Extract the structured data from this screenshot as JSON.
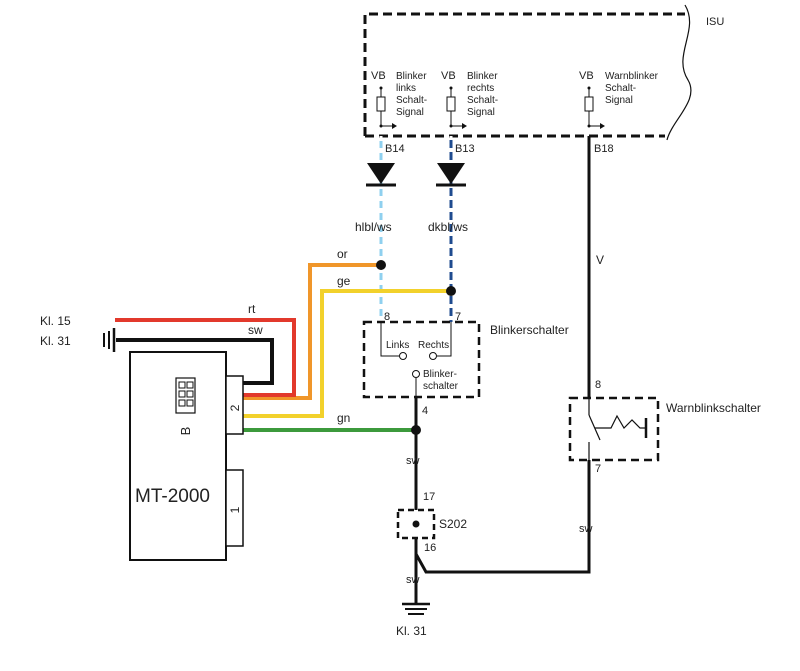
{
  "isu": {
    "title": "ISU",
    "signals": [
      {
        "vb": "VB",
        "desc": [
          "Blinker",
          "links",
          "Schalt-",
          "Signal"
        ],
        "pin": "B14"
      },
      {
        "vb": "VB",
        "desc": [
          "Blinker",
          "rechts",
          "Schalt-",
          "Signal"
        ],
        "pin": "B13"
      },
      {
        "vb": "VB",
        "desc": [
          "Warnblinker",
          "Schalt-",
          "Signal"
        ],
        "pin": "B18"
      }
    ]
  },
  "wires": {
    "left_signal": "hlbl/ws",
    "right_signal": "dkbl/ws",
    "orange": "or",
    "yellow": "ge",
    "red": "rt",
    "black_top": "sw",
    "green": "gn",
    "violet": "V",
    "ground_mid": "sw",
    "ground_bottom": "sw",
    "hazard_out": "sw"
  },
  "terminals": {
    "kl15": "Kl. 15",
    "kl31_left": "Kl. 31",
    "kl31_bottom": "Kl. 31"
  },
  "blinkerschalter": {
    "title": "Blinkerschalter",
    "pin_left": "8",
    "pin_right": "7",
    "pin_bottom": "4",
    "links": "Links",
    "rechts": "Rechts",
    "common": [
      "Blinker-",
      "schalter"
    ]
  },
  "warnblinkschalter": {
    "title": "Warnblinkschalter",
    "pin_top": "8",
    "pin_bottom": "7"
  },
  "s202": {
    "name": "S202",
    "pin_top": "17",
    "pin_bottom": "16"
  },
  "module": {
    "name": "MT-2000",
    "conn_b": "B",
    "conn_2": "2",
    "conn_1": "1"
  },
  "colors": {
    "red": "#e2392c",
    "orange": "#f0962a",
    "yellow": "#f2d12b",
    "green": "#3c9a3c",
    "lightblue": "#8fd0ef",
    "darkblue": "#1f4b8f",
    "black": "#111111"
  }
}
